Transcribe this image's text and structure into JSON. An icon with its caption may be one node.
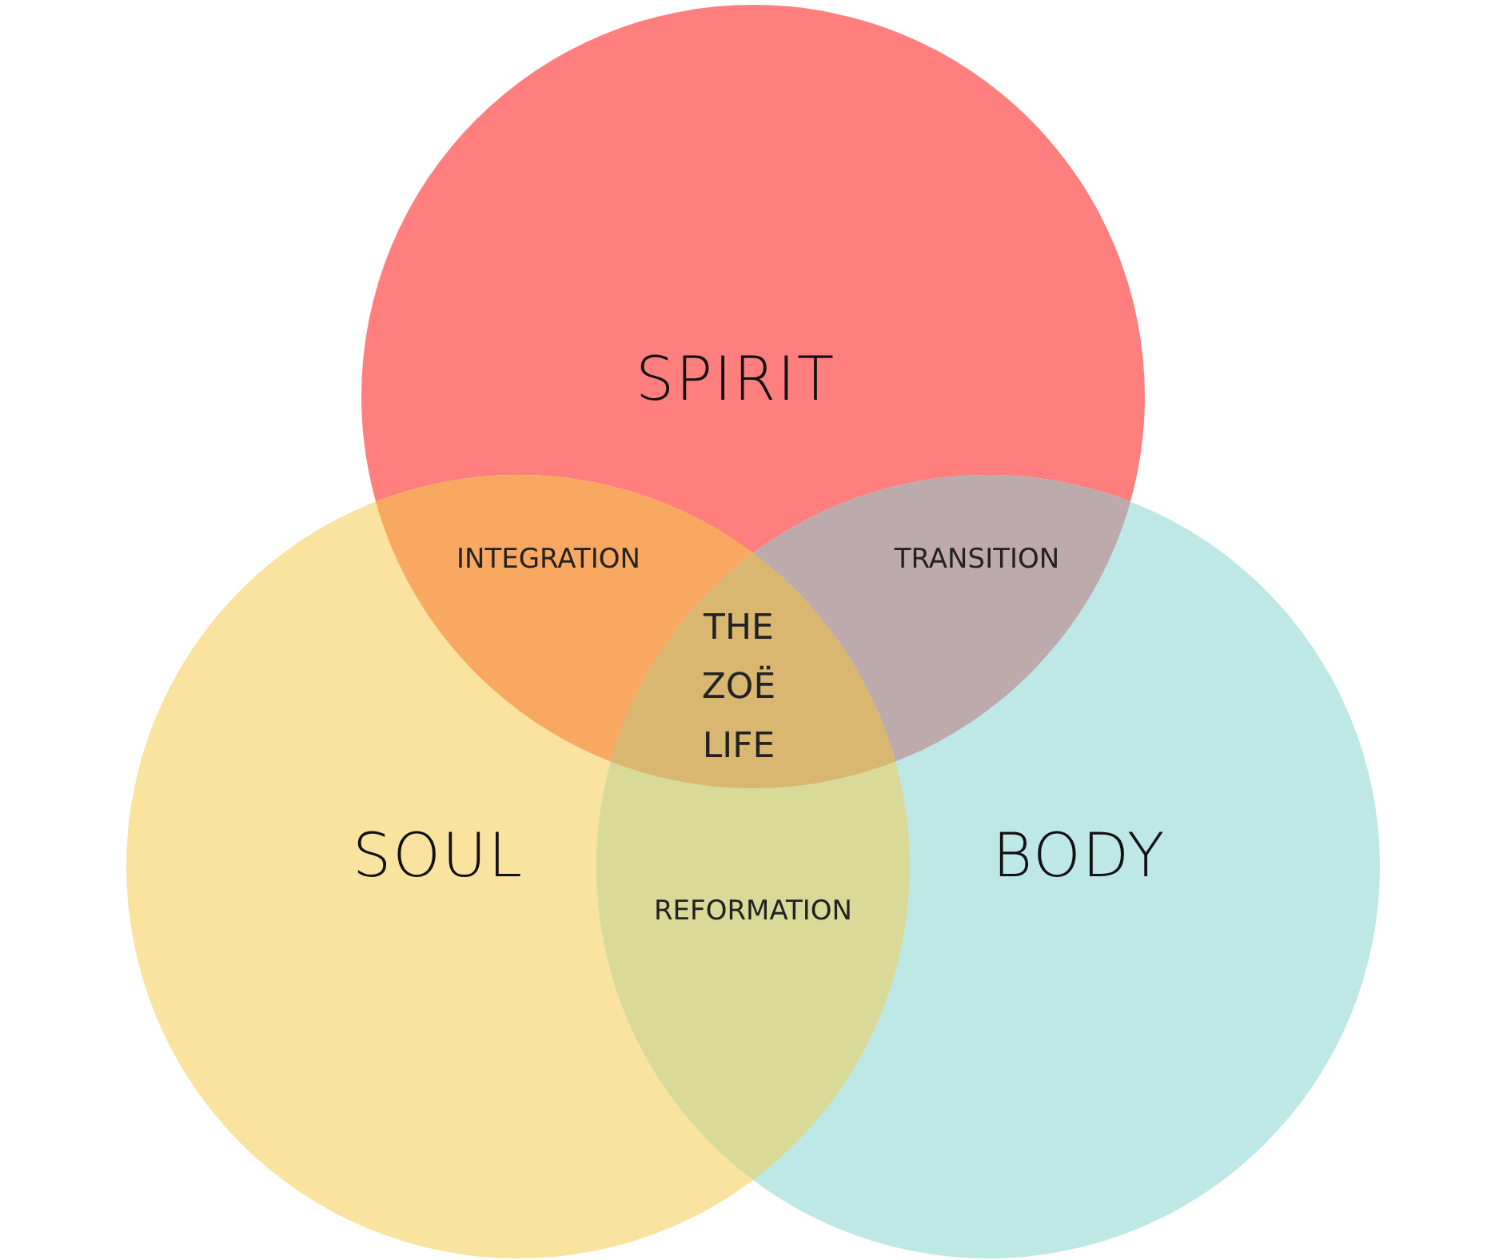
{
  "diagram": {
    "nodes": [
      {
        "text": [
          "SPIRIT"
        ]
      },
      {
        "text": [
          "SOUL"
        ]
      },
      {
        "text": [
          "BODY"
        ]
      }
    ],
    "labels": [
      "INTEGRATION",
      "TRANSITION",
      "THE ZOË LIFE",
      "REFORMATION"
    ]
  }
}
